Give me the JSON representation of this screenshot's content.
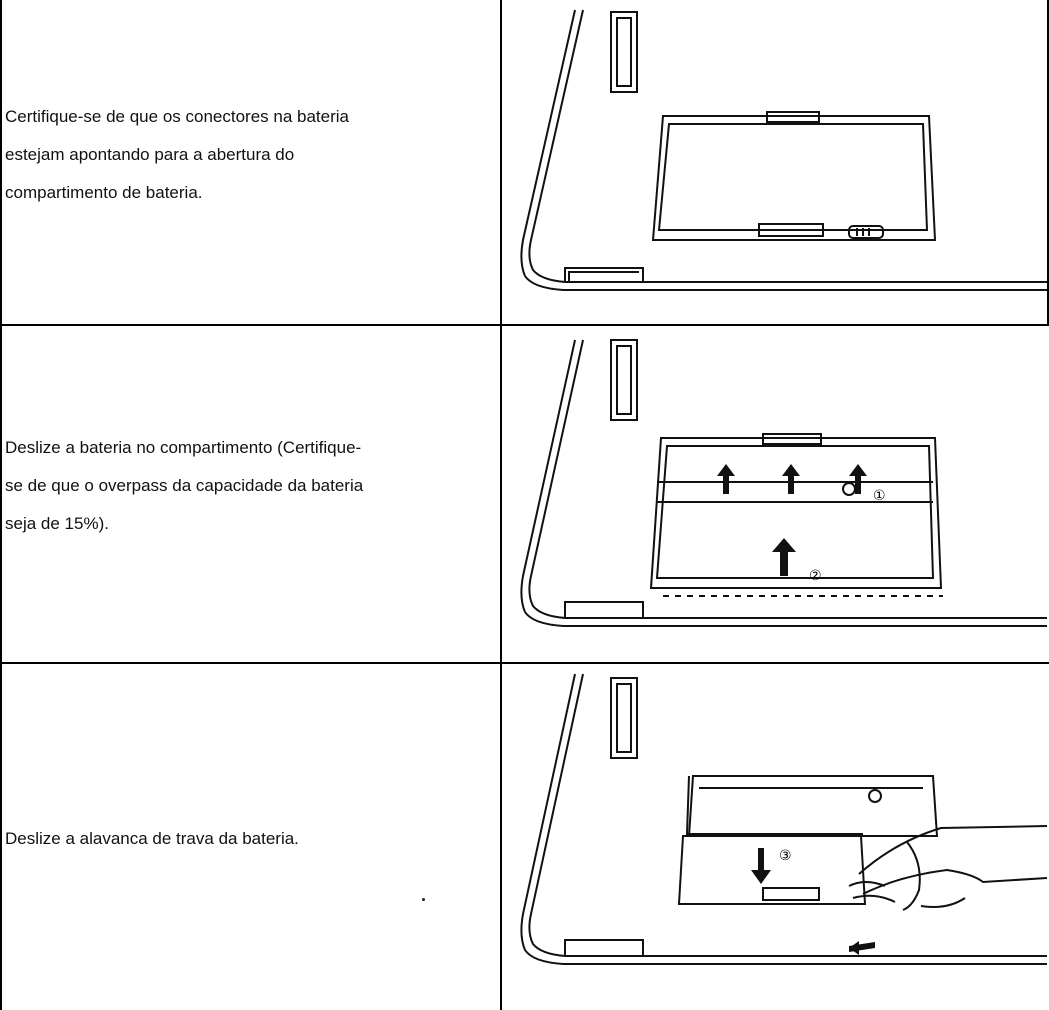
{
  "steps": [
    {
      "lines": [
        "Certifique-se de que os conectores na bateria",
        "estejam apontando para a abertura do",
        "compartimento de bateria."
      ],
      "illustration": "battery-compartment-open"
    },
    {
      "lines": [
        "Deslize a bateria no compartimento (Certifique-",
        "se de que o overpass da capacidade da bateria",
        "seja de 15%)."
      ],
      "illustration": "battery-slide-in",
      "markers": [
        "①",
        "②"
      ]
    },
    {
      "lines": [
        "Deslize a alavanca de trava da bateria."
      ],
      "illustration": "battery-lock-lever",
      "markers": [
        "③"
      ]
    }
  ]
}
